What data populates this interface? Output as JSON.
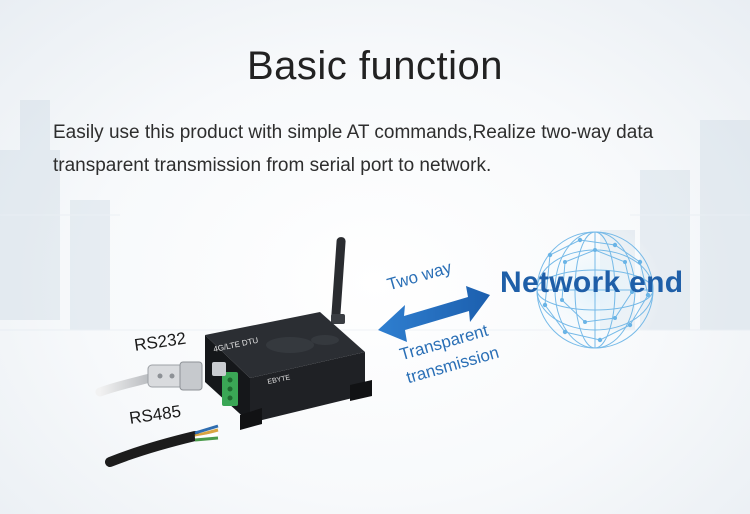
{
  "title": "Basic function",
  "description": "Easily use this product with simple AT commands,Realize two-way data transparent transmission from serial port to network.",
  "diagram": {
    "interface_1": "RS232",
    "interface_2": "RS485",
    "arrow_top_label": "Two way",
    "arrow_bottom_label_line1": "Transparent",
    "arrow_bottom_label_line2": "transmission",
    "target": "Network end",
    "device_label": "4G/LTE DTU",
    "device_brand": "EBYTE"
  },
  "colors": {
    "accent_blue": "#2a6fb6",
    "network_text": "#1f5fa8",
    "globe_blue": "#6ab4e6",
    "device_body": "#1b1d20",
    "terminal_green": "#3aa655"
  }
}
